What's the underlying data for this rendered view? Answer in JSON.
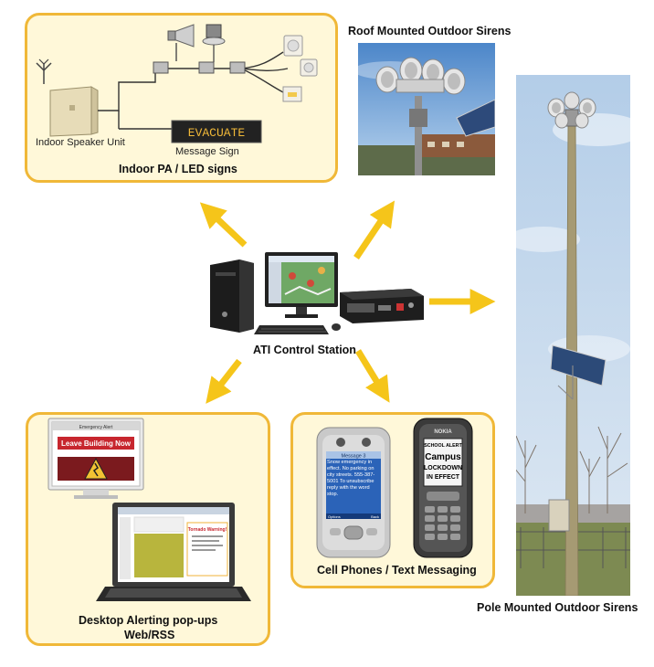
{
  "indoor_panel": {
    "caption": "Indoor PA / LED signs",
    "speaker_unit_label": "Indoor Speaker Unit",
    "message_sign_label": "Message Sign",
    "led_text": "EVACUATE"
  },
  "roof_sirens": {
    "caption": "Roof Mounted Outdoor Sirens"
  },
  "pole_sirens": {
    "caption": "Pole Mounted Outdoor Sirens"
  },
  "control_station": {
    "caption": "ATI Control Station"
  },
  "desktop_panel": {
    "caption_line1": "Desktop Alerting pop-ups",
    "caption_line2": "Web/RSS",
    "popup_header": "Emergency Alert",
    "popup_message": "Leave Building Now",
    "laptop_popup_title": "Tornado Warning!"
  },
  "phones_panel": {
    "caption": "Cell Phones / Text Messaging",
    "pda_header": "Message 3",
    "pda_text": "Snow emergency in effect. No parking on city streets. 555-387-5001 To unsubscribe reply with the word stop.",
    "pda_softkey_left": "Options",
    "pda_softkey_right": "Back",
    "phone_brand": "NOKIA",
    "phone_alert_header": "SCHOOL ALERT",
    "phone_alert_line1": "Campus",
    "phone_alert_line2": "LOCKDOWN",
    "phone_alert_line3": "IN EFFECT"
  },
  "colors": {
    "panel_border": "#f0b838",
    "panel_fill": "#fff8d9",
    "arrow": "#f5c51a"
  }
}
